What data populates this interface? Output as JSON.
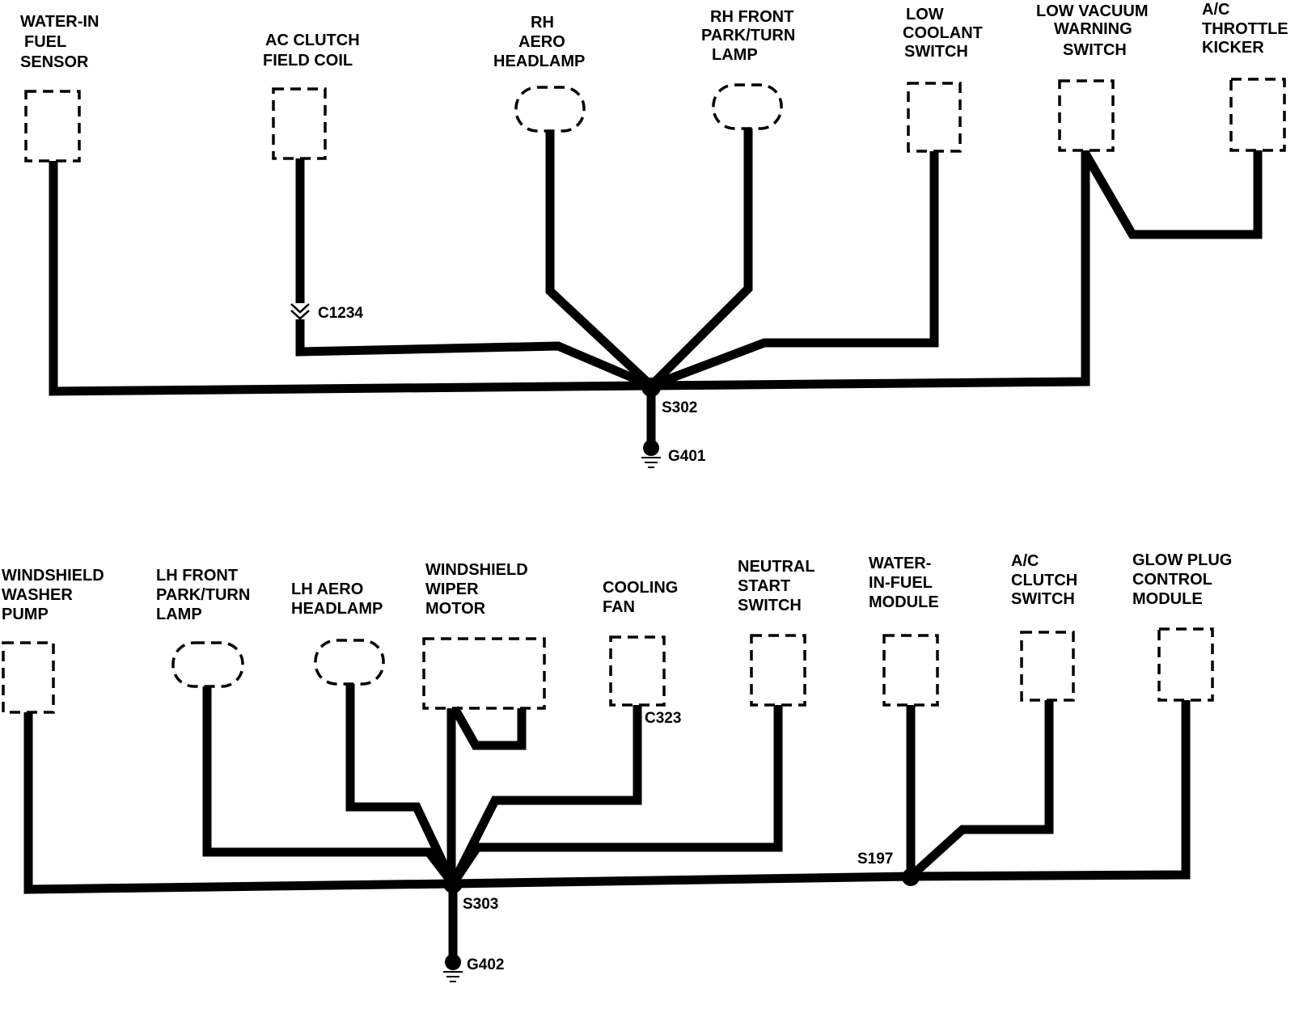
{
  "top": {
    "components": [
      {
        "key": "water_in_fuel_sensor",
        "lines": [
          "WATER-IN",
          "FUEL",
          "SENSOR"
        ]
      },
      {
        "key": "ac_clutch_field_coil",
        "lines": [
          "AC CLUTCH",
          "FIELD COIL"
        ]
      },
      {
        "key": "rh_aero_headlamp",
        "lines": [
          "RH",
          "AERO",
          "HEADLAMP"
        ]
      },
      {
        "key": "rh_front_park_turn_lamp",
        "lines": [
          "RH FRONT",
          "PARK/TURN",
          "LAMP"
        ]
      },
      {
        "key": "low_coolant_switch",
        "lines": [
          "LOW",
          "COOLANT",
          "SWITCH"
        ]
      },
      {
        "key": "low_vacuum_warning_switch",
        "lines": [
          "LOW VACUUM",
          "WARNING",
          "SWITCH"
        ]
      },
      {
        "key": "ac_throttle_kicker",
        "lines": [
          "A/C",
          "THROTTLE",
          "KICKER"
        ]
      }
    ],
    "connector": "C1234",
    "splice": "S302",
    "ground": "G401"
  },
  "bottom": {
    "components": [
      {
        "key": "windshield_washer_pump",
        "lines": [
          "WINDSHIELD",
          "WASHER",
          "PUMP"
        ]
      },
      {
        "key": "lh_front_park_turn_lamp",
        "lines": [
          "LH FRONT",
          "PARK/TURN",
          "LAMP"
        ]
      },
      {
        "key": "lh_aero_headlamp",
        "lines": [
          "LH AERO",
          "HEADLAMP"
        ]
      },
      {
        "key": "windshield_wiper_motor",
        "lines": [
          "WINDSHIELD",
          "WIPER",
          "MOTOR"
        ]
      },
      {
        "key": "cooling_fan",
        "lines": [
          "COOLING",
          "FAN"
        ]
      },
      {
        "key": "neutral_start_switch",
        "lines": [
          "NEUTRAL",
          "START",
          "SWITCH"
        ]
      },
      {
        "key": "water_in_fuel_module",
        "lines": [
          "WATER-",
          "IN-FUEL",
          "MODULE"
        ]
      },
      {
        "key": "ac_clutch_switch",
        "lines": [
          "A/C",
          "CLUTCH",
          "SWITCH"
        ]
      },
      {
        "key": "glow_plug_control_module",
        "lines": [
          "GLOW PLUG",
          "CONTROL",
          "MODULE"
        ]
      }
    ],
    "connector": "C323",
    "splice_main": "S303",
    "splice_secondary": "S197",
    "ground": "G402"
  }
}
